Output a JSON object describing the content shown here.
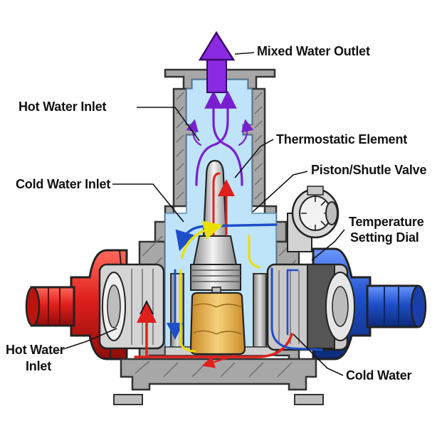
{
  "labels": {
    "mixed_outlet": "Mixed Water Outlet",
    "hot_inlet_top": "Hot Water Inlet",
    "thermostatic_element": "Thermostatic Element",
    "piston_valve": "Piston/Shutle Valve",
    "cold_inlet": "Cold Water Inlet",
    "temperature_dial_line1": "Temperature",
    "temperature_dial_line2": "Setting Dial",
    "hot_inlet_bottom_line1": "Hot Water",
    "hot_inlet_bottom_line2": "Inlet",
    "cold_water": "Cold Water"
  },
  "colors": {
    "hot": "#e0201c",
    "cold": "#1e4fc8",
    "mixed": "#7a1fd0",
    "water": "#bfe3f8",
    "housing": "#9a9a9a",
    "element": "#e6b84c"
  },
  "icons": {
    "outlet_arrow": "purple-up-arrow-icon",
    "hot_direction": "black-up-arrow-icon"
  }
}
